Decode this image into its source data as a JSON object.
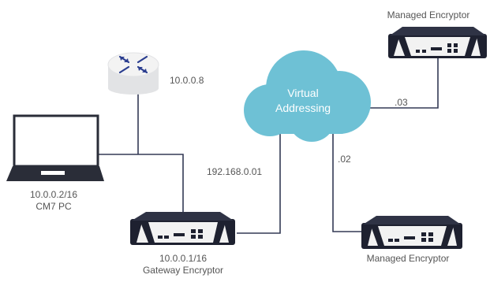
{
  "diagram": {
    "cloud": {
      "line1": "Virtual",
      "line2": "Addressing"
    },
    "router": {
      "ip": "10.0.0.8"
    },
    "laptop": {
      "ip": "10.0.0.2/16",
      "name": "CM7 PC"
    },
    "gateway": {
      "ip": "10.0.0.1/16",
      "name": "Gateway Encryptor"
    },
    "gateway_link": {
      "ip": "192.168.0.01"
    },
    "managed_top": {
      "name": "Managed Encryptor",
      "suffix": ".03"
    },
    "managed_bottom": {
      "name": "Managed Encryptor",
      "suffix": ".02"
    },
    "colors": {
      "cloud": "#6ec1d5",
      "lines": "#333a55",
      "device_dark": "#1e2130",
      "icon_blue": "#2a3d8f"
    }
  }
}
